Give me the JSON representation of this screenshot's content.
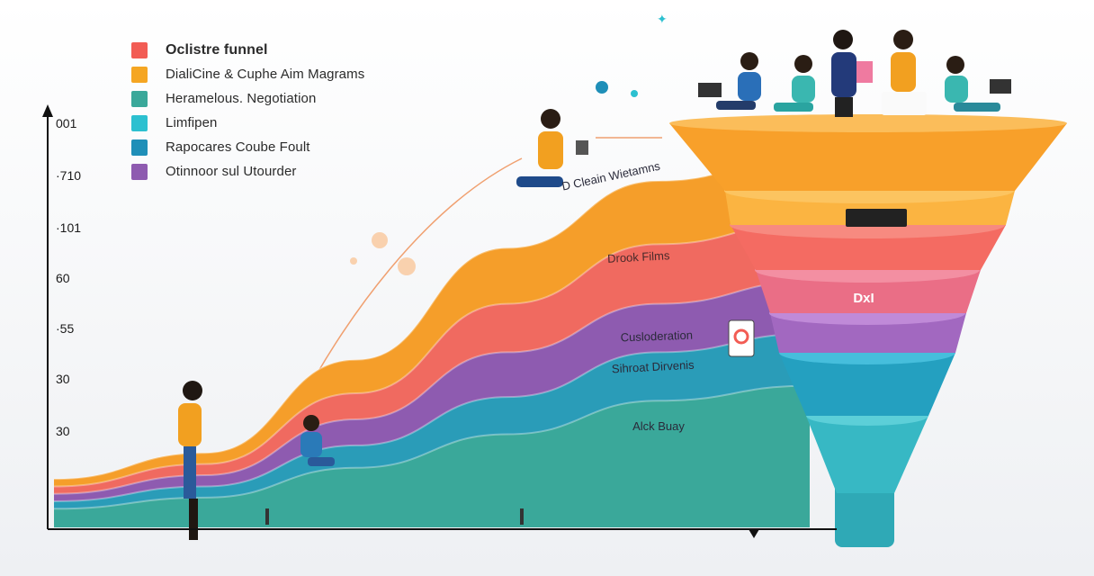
{
  "chart_data": {
    "type": "area",
    "title": "",
    "legend": {
      "position": "top-left",
      "entries": [
        {
          "label": "Oclistre funnel",
          "color": "#f25c54"
        },
        {
          "label": "DialiCine & Cuphe Aim Magrams",
          "color": "#f5a623"
        },
        {
          "label": "Heramelous. Negotiation",
          "color": "#3aa89a"
        },
        {
          "label": "Limfipen",
          "color": "#2cc0d0"
        },
        {
          "label": "Rapocares Coube Foult",
          "color": "#1f8fb8"
        },
        {
          "label": "Otinnoor sul Utourder",
          "color": "#8e5bb0"
        }
      ]
    },
    "y_ticks": [
      "001",
      "·710",
      "·101",
      "60",
      "·55",
      "30",
      "30"
    ],
    "series": [
      {
        "name": "D Cleain Wietamns",
        "color": "#f59e2a",
        "values": [
          13,
          20,
          45,
          75,
          93,
          100
        ]
      },
      {
        "name": "Drook Films",
        "color": "#f06a60",
        "values": [
          11,
          17,
          36,
          60,
          76,
          82
        ]
      },
      {
        "name": "Cusloderation",
        "color": "#8e5bb0",
        "values": [
          9,
          14,
          29,
          47,
          60,
          66
        ]
      },
      {
        "name": "Sihroat Dirvenis",
        "color": "#2a9cb8",
        "values": [
          7,
          11,
          22,
          35,
          47,
          52
        ]
      },
      {
        "name": "Alck Buay",
        "color": "#3aa89a",
        "values": [
          5,
          8,
          16,
          25,
          34,
          38
        ]
      }
    ],
    "funnel_labels": [
      "DxI"
    ]
  }
}
